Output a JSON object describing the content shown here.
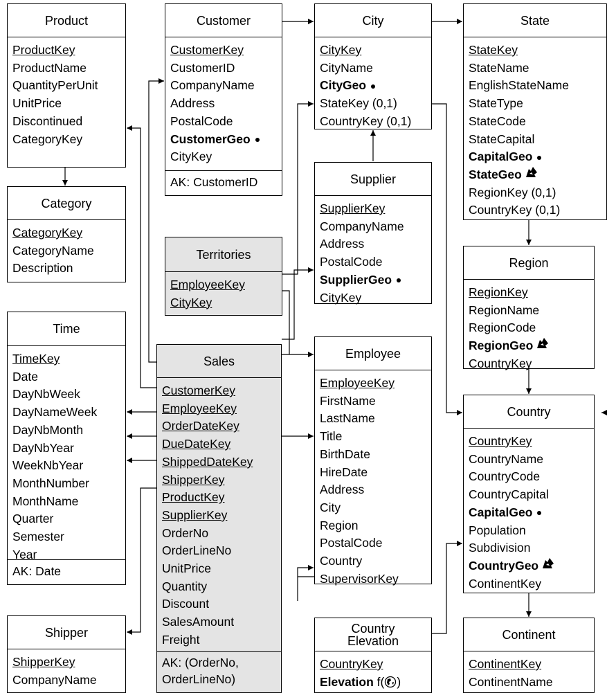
{
  "entities": {
    "product": {
      "title": "Product",
      "attrs": [
        {
          "t": "ProductKey",
          "s": "k"
        },
        {
          "t": "ProductName"
        },
        {
          "t": "QuantityPerUnit"
        },
        {
          "t": "UnitPrice"
        },
        {
          "t": "Discontinued"
        },
        {
          "t": "CategoryKey"
        }
      ]
    },
    "category": {
      "title": "Category",
      "attrs": [
        {
          "t": "CategoryKey",
          "s": "k"
        },
        {
          "t": "CategoryName"
        },
        {
          "t": "Description"
        }
      ]
    },
    "time": {
      "title": "Time",
      "attrs": [
        {
          "t": "TimeKey",
          "s": "k"
        },
        {
          "t": "Date"
        },
        {
          "t": "DayNbWeek"
        },
        {
          "t": "DayNameWeek"
        },
        {
          "t": "DayNbMonth"
        },
        {
          "t": "DayNbYear"
        },
        {
          "t": "WeekNbYear"
        },
        {
          "t": "MonthNumber"
        },
        {
          "t": "MonthName"
        },
        {
          "t": "Quarter"
        },
        {
          "t": "Semester"
        },
        {
          "t": "Year"
        }
      ],
      "footer": "AK: Date"
    },
    "shipper": {
      "title": "Shipper",
      "attrs": [
        {
          "t": "ShipperKey",
          "s": "k"
        },
        {
          "t": "CompanyName"
        }
      ]
    },
    "customer": {
      "title": "Customer",
      "attrs": [
        {
          "t": "CustomerKey",
          "s": "k"
        },
        {
          "t": "CustomerID"
        },
        {
          "t": "CompanyName"
        },
        {
          "t": "Address"
        },
        {
          "t": "PostalCode"
        },
        {
          "t": "CustomerGeo",
          "s": "b",
          "g": "point"
        },
        {
          "t": "CityKey"
        }
      ],
      "footer": "AK: CustomerID"
    },
    "territories": {
      "title": "Territories",
      "attrs": [
        {
          "t": "EmployeeKey",
          "s": "k"
        },
        {
          "t": "CityKey",
          "s": "k"
        }
      ]
    },
    "sales": {
      "title": "Sales",
      "attrs": [
        {
          "t": "CustomerKey",
          "s": "k"
        },
        {
          "t": "EmployeeKey",
          "s": "k"
        },
        {
          "t": "OrderDateKey",
          "s": "k"
        },
        {
          "t": "DueDateKey",
          "s": "k"
        },
        {
          "t": "ShippedDateKey",
          "s": "k"
        },
        {
          "t": "ShipperKey",
          "s": "k"
        },
        {
          "t": "ProductKey",
          "s": "k"
        },
        {
          "t": "SupplierKey",
          "s": "k"
        },
        {
          "t": "OrderNo"
        },
        {
          "t": "OrderLineNo"
        },
        {
          "t": "UnitPrice"
        },
        {
          "t": "Quantity"
        },
        {
          "t": "Discount"
        },
        {
          "t": "SalesAmount"
        },
        {
          "t": "Freight"
        }
      ],
      "footer": [
        "AK: (OrderNo,",
        "OrderLineNo)"
      ]
    },
    "city": {
      "title": "City",
      "attrs": [
        {
          "t": "CityKey",
          "s": "k"
        },
        {
          "t": "CityName"
        },
        {
          "t": "CityGeo",
          "s": "b",
          "g": "point"
        },
        {
          "t": "StateKey (0,1)"
        },
        {
          "t": "CountryKey (0,1)"
        }
      ]
    },
    "supplier": {
      "title": "Supplier",
      "attrs": [
        {
          "t": "SupplierKey",
          "s": "k"
        },
        {
          "t": "CompanyName"
        },
        {
          "t": "Address"
        },
        {
          "t": "PostalCode"
        },
        {
          "t": "SupplierGeo",
          "s": "b",
          "g": "point"
        },
        {
          "t": "CityKey"
        }
      ]
    },
    "employee": {
      "title": "Employee",
      "attrs": [
        {
          "t": "EmployeeKey",
          "s": "k"
        },
        {
          "t": "FirstName"
        },
        {
          "t": "LastName"
        },
        {
          "t": "Title"
        },
        {
          "t": "BirthDate"
        },
        {
          "t": "HireDate"
        },
        {
          "t": "Address"
        },
        {
          "t": "City"
        },
        {
          "t": "Region"
        },
        {
          "t": "PostalCode"
        },
        {
          "t": "Country"
        },
        {
          "t": "SupervisorKey"
        }
      ]
    },
    "countryElevation": {
      "title": [
        "Country",
        "Elevation"
      ],
      "attrs": [
        {
          "t": "CountryKey",
          "s": "k"
        },
        {
          "t": "Elevation",
          "s": "b",
          "suffix": " f(",
          "g": "globe",
          "close": ")"
        }
      ]
    },
    "state": {
      "title": "State",
      "attrs": [
        {
          "t": "StateKey",
          "s": "k"
        },
        {
          "t": "StateName"
        },
        {
          "t": "EnglishStateName"
        },
        {
          "t": "StateType"
        },
        {
          "t": "StateCode"
        },
        {
          "t": "StateCapital"
        },
        {
          "t": "CapitalGeo",
          "s": "b",
          "g": "point"
        },
        {
          "t": "StateGeo",
          "s": "b",
          "g": "region"
        },
        {
          "t": "RegionKey (0,1)"
        },
        {
          "t": "CountryKey (0,1)"
        }
      ]
    },
    "region": {
      "title": "Region",
      "attrs": [
        {
          "t": "RegionKey",
          "s": "k"
        },
        {
          "t": "RegionName"
        },
        {
          "t": "RegionCode"
        },
        {
          "t": "RegionGeo",
          "s": "b",
          "g": "region"
        },
        {
          "t": "CountryKey"
        }
      ]
    },
    "country": {
      "title": "Country",
      "attrs": [
        {
          "t": "CountryKey",
          "s": "k"
        },
        {
          "t": "CountryName"
        },
        {
          "t": "CountryCode"
        },
        {
          "t": "CountryCapital"
        },
        {
          "t": "CapitalGeo",
          "s": "b",
          "g": "point"
        },
        {
          "t": "Population"
        },
        {
          "t": "Subdivision"
        },
        {
          "t": "CountryGeo",
          "s": "b",
          "g": "region"
        },
        {
          "t": "ContinentKey"
        }
      ]
    },
    "continent": {
      "title": "Continent",
      "attrs": [
        {
          "t": "ContinentKey",
          "s": "k"
        },
        {
          "t": "ContinentName"
        }
      ]
    }
  }
}
